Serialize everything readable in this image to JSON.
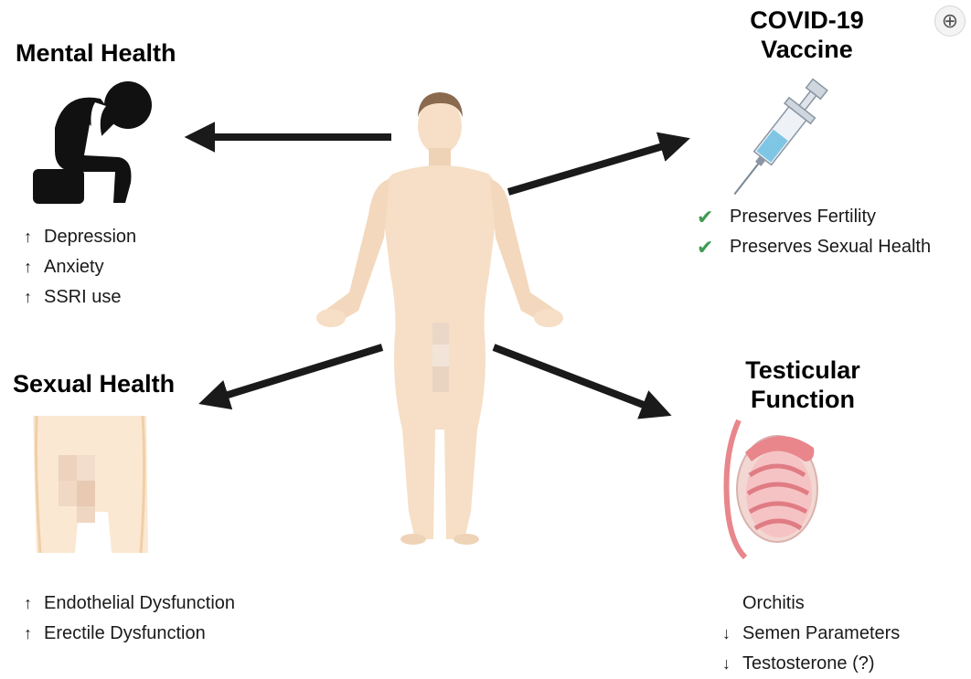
{
  "mental_health": {
    "title": "Mental Health",
    "items": [
      {
        "mark": "up",
        "text": "Depression"
      },
      {
        "mark": "up",
        "text": "Anxiety"
      },
      {
        "mark": "up",
        "text": "SSRI use"
      }
    ]
  },
  "vaccine": {
    "title_line1": "COVID-19",
    "title_line2": "Vaccine",
    "items": [
      {
        "mark": "check",
        "text": "Preserves Fertility"
      },
      {
        "mark": "check",
        "text": "Preserves Sexual Health"
      }
    ]
  },
  "sexual_health": {
    "title": "Sexual Health",
    "items": [
      {
        "mark": "up",
        "text": "Endothelial Dysfunction"
      },
      {
        "mark": "up",
        "text": "Erectile Dysfunction"
      }
    ]
  },
  "testicular": {
    "title_line1": "Testicular",
    "title_line2": "Function",
    "items": [
      {
        "mark": "",
        "text": "Orchitis"
      },
      {
        "mark": "down",
        "text": "Semen Parameters"
      },
      {
        "mark": "down",
        "text": "Testosterone (?)"
      }
    ]
  },
  "colors": {
    "arrow": "#1a1a1a",
    "skin": "#f6dfc6",
    "skin_shade": "#eccaa8",
    "hair": "#8a6a4f",
    "check": "#3f9b54",
    "testis": "#e8868c"
  },
  "icons": {
    "mental": "depressed-person-icon",
    "vaccine": "syringe-icon",
    "sexual": "pelvis-icon",
    "testicular": "testis-icon",
    "zoom": "zoom-in-icon"
  }
}
